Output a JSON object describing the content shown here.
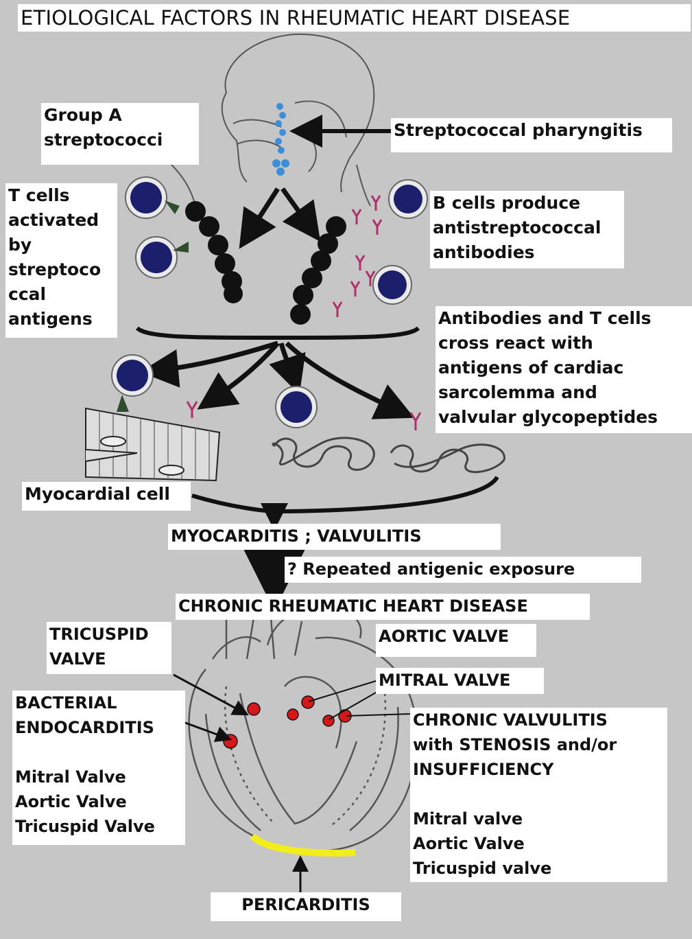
{
  "title": "ETIOLOGICAL FACTORS IN RHEUMATIC HEART DISEASE",
  "labels": {
    "group_a": "Group A\nstreptococci",
    "strep_pharyngitis": "Streptococcal pharyngitis",
    "t_cells": "T cells\nactivated\nby\nstreptoco\nccal\nantigens",
    "b_cells": "B cells produce\nantistreptococcal\nantibodies",
    "cross_react": "Antibodies and T cells\ncross react with\nantigens of cardiac\nsarcolemma and\nvalvular glycopeptides",
    "myocardial_cell": "Myocardial cell",
    "myocarditis": "MYOCARDITIS ; VALVULITIS",
    "repeated": "? Repeated antigenic exposure",
    "chronic_rhd": "CHRONIC RHEUMATIC HEART DISEASE",
    "tricuspid": "TRICUSPID\nVALVE",
    "aortic": "AORTIC VALVE",
    "mitral": "MITRAL VALVE",
    "bacterial": "BACTERIAL\nENDOCARDITIS\n\nMitral Valve\nAortic Valve\nTricuspid Valve",
    "chronic_valvulitis": "CHRONIC VALVULITIS\nwith STENOSIS and/or\nINSUFFICIENCY\n\nMitral valve\nAortic Valve\nTricuspid valve",
    "pericarditis": "PERICARDITIS"
  },
  "colors": {
    "background": "#c6c6c6",
    "cell_nucleus": "#1c1f6b",
    "streptococci": "#111111",
    "antibody": "#b0306a",
    "valve_lesion": "#d81818",
    "pericardium": "#f2ee1a",
    "pharynx_bacteria": "#3a8fd8"
  }
}
